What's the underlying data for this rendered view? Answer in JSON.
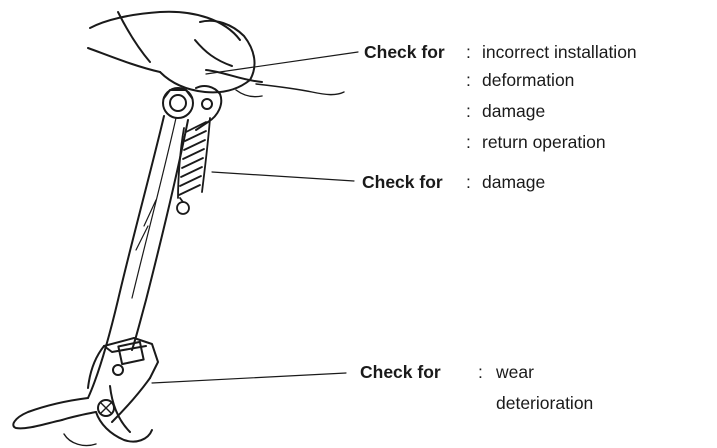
{
  "callouts": [
    {
      "header": "Check for",
      "items": [
        "incorrect installation",
        "deformation",
        "damage",
        "return operation"
      ]
    },
    {
      "header": "Check for",
      "items": [
        "damage"
      ]
    },
    {
      "header": "Check for",
      "items": [
        "wear",
        "deterioration"
      ]
    }
  ],
  "colors": {
    "ink": "#1a1a1a",
    "background": "#ffffff"
  }
}
